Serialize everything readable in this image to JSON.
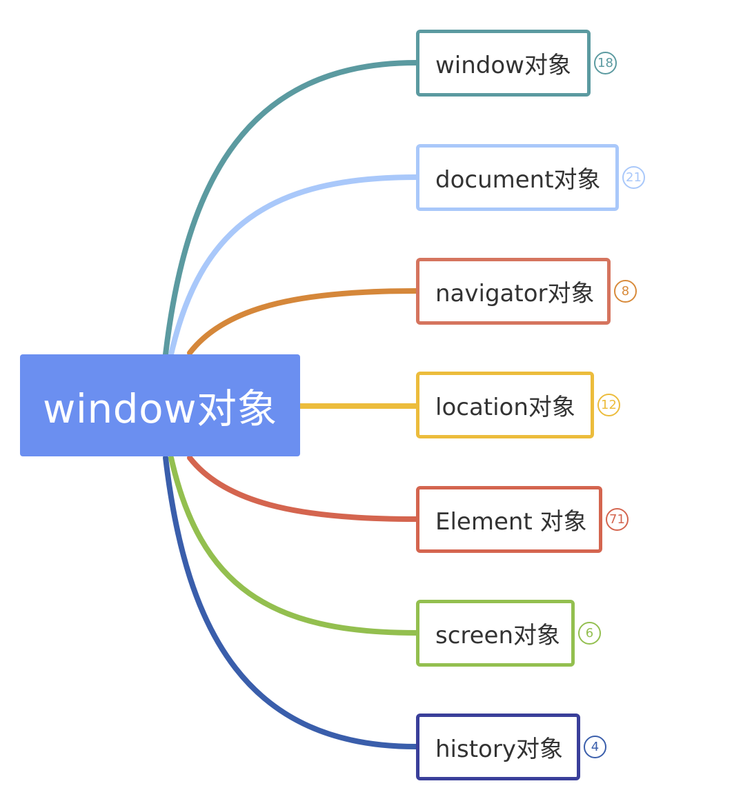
{
  "root": {
    "label": "window对象",
    "color": "#6b8ff0"
  },
  "children": [
    {
      "label": "window对象",
      "count": "18",
      "color": "#5b9aa0"
    },
    {
      "label": "document对象",
      "count": "21",
      "color": "#a9c8fa"
    },
    {
      "label": "navigator对象",
      "count": "8",
      "color": "#d5745e",
      "badge_color": "#d88a3a",
      "line_color": "#d5873a"
    },
    {
      "label": "location对象",
      "count": "12",
      "color": "#ecbc3c"
    },
    {
      "label": "Element 对象",
      "count": "71",
      "color": "#d4654f"
    },
    {
      "label": "screen对象",
      "count": "6",
      "color": "#93bf4f"
    },
    {
      "label": "history对象",
      "count": "4",
      "color": "#3a3f9a",
      "line_color": "#3a5eab",
      "badge_color": "#3a5eab"
    }
  ]
}
